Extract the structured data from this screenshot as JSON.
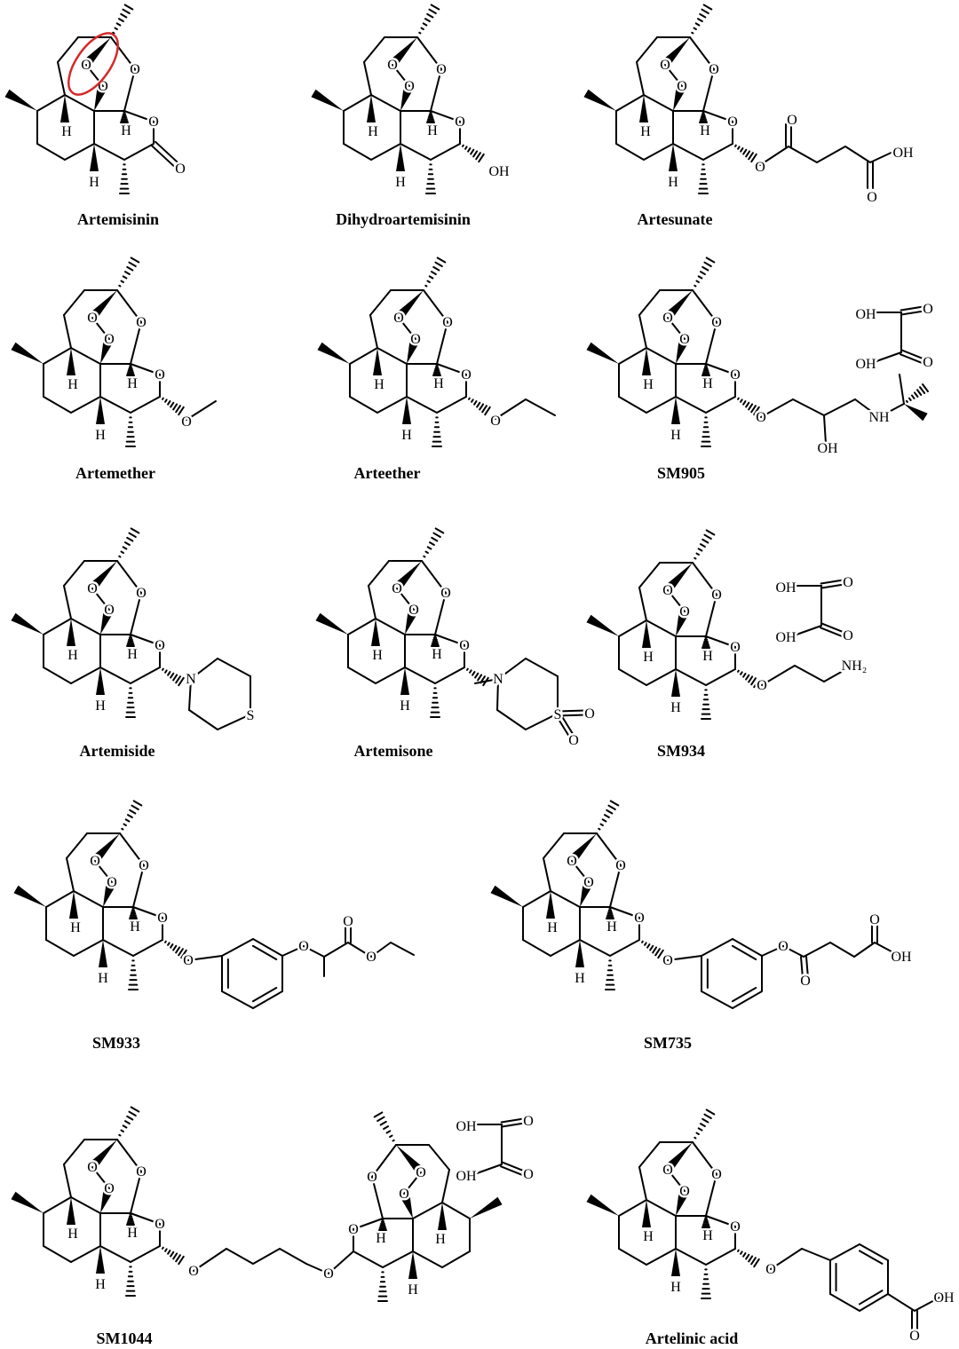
{
  "core_labels": {
    "peroxide_o": "O",
    "ring_o": "O",
    "h": "H",
    "carbonyl_o": "O"
  },
  "highlight_color": "#d42a2a",
  "compounds": [
    {
      "id": "artemisinin",
      "name": "Artemisinin",
      "labels": []
    },
    {
      "id": "dihydroartemisinin",
      "name": "Dihydroartemisinin",
      "labels": [
        "OH"
      ]
    },
    {
      "id": "artesunate",
      "name": "Artesunate",
      "labels": [
        "O",
        "O",
        "O",
        "OH"
      ]
    },
    {
      "id": "artemether",
      "name": "Artemether",
      "labels": [
        "O"
      ]
    },
    {
      "id": "arteether",
      "name": "Arteether",
      "labels": [
        "O"
      ]
    },
    {
      "id": "sm905",
      "name": "SM905",
      "labels": [
        "O",
        "NH",
        "OH",
        "OH",
        "O",
        "OH",
        "O"
      ]
    },
    {
      "id": "artemiside",
      "name": "Artemiside",
      "labels": [
        "N",
        "S"
      ]
    },
    {
      "id": "artemisone",
      "name": "Artemisone",
      "labels": [
        "N",
        "S",
        "O",
        "O"
      ]
    },
    {
      "id": "sm934",
      "name": "SM934",
      "labels": [
        "O",
        "NH₂",
        "OH",
        "O",
        "OH",
        "O"
      ]
    },
    {
      "id": "sm933",
      "name": "SM933",
      "labels": [
        "O",
        "O",
        "O",
        "O"
      ]
    },
    {
      "id": "sm735",
      "name": "SM735",
      "labels": [
        "O",
        "O",
        "O",
        "O",
        "OH"
      ]
    },
    {
      "id": "sm1044",
      "name": "SM1044",
      "labels": [
        "O",
        "O",
        "OH",
        "O",
        "OH",
        "O"
      ]
    },
    {
      "id": "artelinic-acid",
      "name": "Artelinic acid",
      "labels": [
        "O",
        "OH",
        "O"
      ]
    }
  ]
}
